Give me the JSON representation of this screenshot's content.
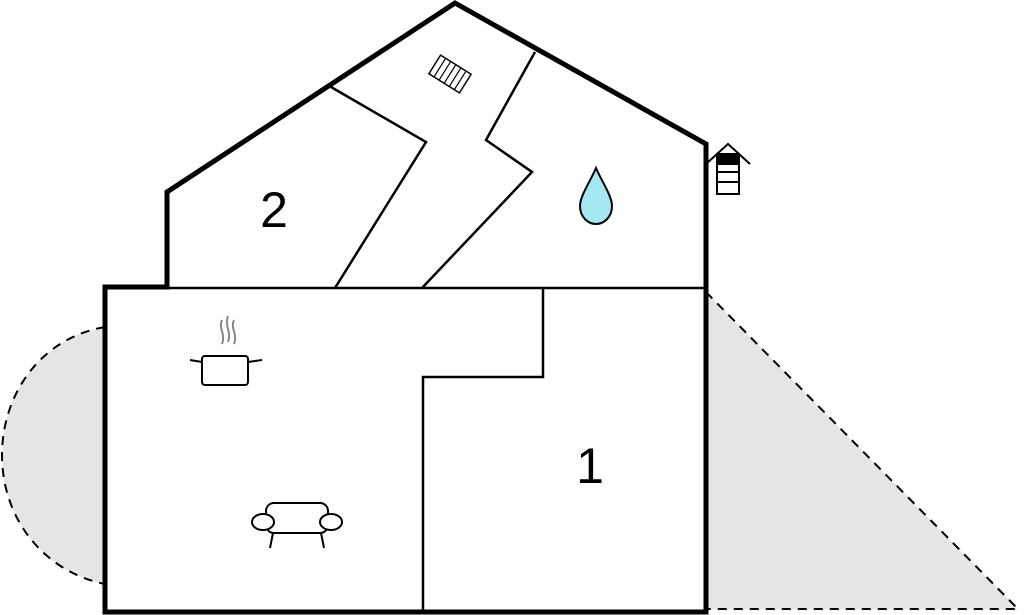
{
  "floorplan": {
    "rooms": [
      {
        "id": "bedroom-1",
        "label": "1"
      },
      {
        "id": "bedroom-2",
        "label": "2"
      }
    ],
    "icons": [
      "cooking-pot-icon",
      "sofa-icon",
      "water-drop-icon",
      "stairs-icon",
      "house-entrance-icon"
    ],
    "colors": {
      "wall": "#000000",
      "outdoor_area": "#e5e5e5",
      "water_drop": "#a6e8f2"
    }
  }
}
